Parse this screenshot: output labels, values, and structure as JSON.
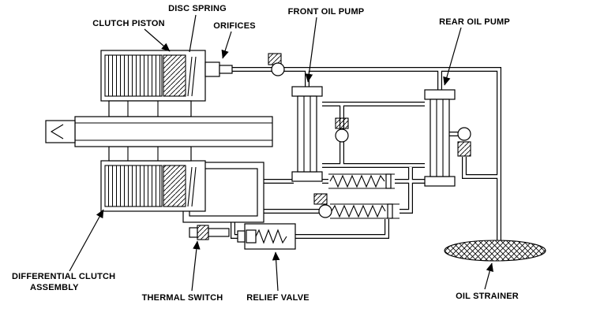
{
  "diagram": {
    "type": "technical-schematic",
    "subject": "hydraulic clutch and oil pump circuit",
    "colors": {
      "line": "#000000",
      "background": "#ffffff",
      "text": "#000000"
    },
    "labels": {
      "disc_spring": "DISC SPRING",
      "clutch_piston": "CLUTCH PISTON",
      "orifices": "ORIFICES",
      "front_oil_pump": "FRONT OIL PUMP",
      "rear_oil_pump": "REAR OIL PUMP",
      "differential_clutch_assembly_line1": "DIFFERENTIAL CLUTCH",
      "differential_clutch_assembly_line2": "ASSEMBLY",
      "thermal_switch": "THERMAL SWITCH",
      "relief_valve": "RELIEF VALVE",
      "oil_strainer": "OIL STRAINER"
    },
    "components": [
      "differential clutch assembly",
      "clutch piston",
      "disc spring",
      "orifices",
      "front oil pump",
      "rear oil pump",
      "check valves",
      "relief valve",
      "thermal switch",
      "oil strainer"
    ]
  }
}
